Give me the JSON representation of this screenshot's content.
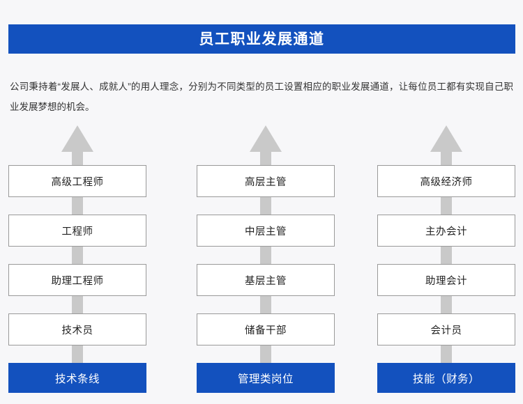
{
  "page": {
    "background_color": "#f7f7f9",
    "accent_blue": "#1351be",
    "arrow_color": "#c9c9c9",
    "box_border_color": "#999999"
  },
  "header": {
    "title": "员工职业发展通道"
  },
  "intro": {
    "text": "公司秉持着“发展人、成就人”的用人理念，分别为不同类型的员工设置相应的职业发展通道，让每位员工都有实现自己职业发展梦想的机会。"
  },
  "columns": [
    {
      "id": "technical",
      "arrow_icon": "up-arrow-icon",
      "levels": [
        "高级工程师",
        "工程师",
        "助理工程师",
        "技术员"
      ],
      "footer": "技术条线"
    },
    {
      "id": "management",
      "arrow_icon": "up-arrow-icon",
      "levels": [
        "高层主管",
        "中层主管",
        "基层主管",
        "储备干部"
      ],
      "footer": "管理类岗位"
    },
    {
      "id": "skill-finance",
      "arrow_icon": "up-arrow-icon",
      "levels": [
        "高级经济师",
        "主办会计",
        "助理会计",
        "会计员"
      ],
      "footer": "技能（财务）"
    }
  ]
}
